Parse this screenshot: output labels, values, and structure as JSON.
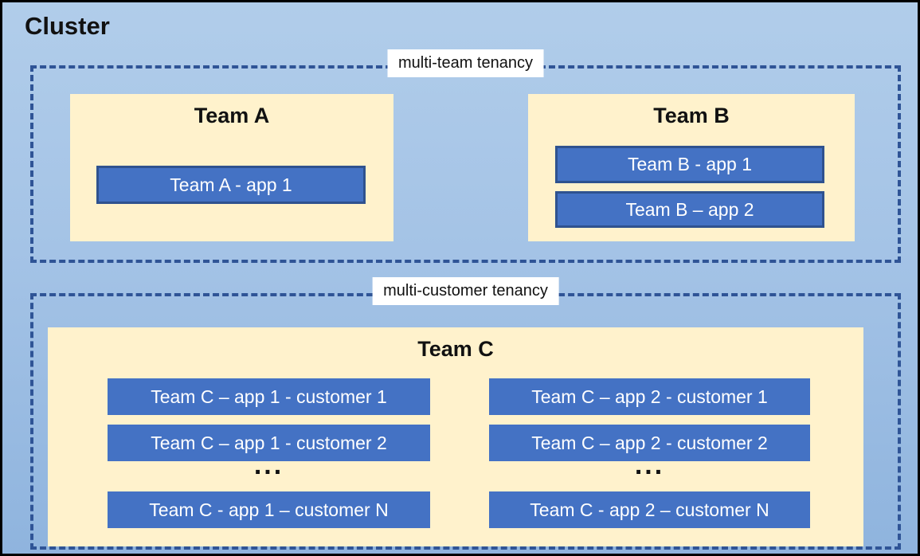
{
  "title": "Cluster",
  "zones": {
    "multi_team": {
      "label": "multi-team tenancy",
      "team_a": {
        "title": "Team A",
        "app1": "Team A - app 1"
      },
      "team_b": {
        "title": "Team B",
        "app1": "Team B - app 1",
        "app2": "Team B – app 2"
      }
    },
    "multi_customer": {
      "label": "multi-customer tenancy",
      "team_c": {
        "title": "Team C",
        "col1": {
          "row1": "Team C – app 1 - customer 1",
          "row2": "Team C – app 1 - customer 2",
          "ellipsis": "...",
          "rowN": "Team C - app 1 – customer N"
        },
        "col2": {
          "row1": "Team C – app 2 - customer 1",
          "row2": "Team C – app 2 - customer 2",
          "ellipsis": "...",
          "rowN": "Team C - app 2 – customer N"
        }
      }
    }
  },
  "colors": {
    "canvas_top": "#B1CDEA",
    "canvas_bottom": "#8FB4DE",
    "panel_fill": "#FFF2CC",
    "app_fill": "#4472C4",
    "app_border": "#2F528F",
    "dashed_border": "#2F5496",
    "outer_border": "#000000",
    "app_text": "#FFFFFF",
    "label_background": "#FFFFFF",
    "title_text": "#111111"
  }
}
